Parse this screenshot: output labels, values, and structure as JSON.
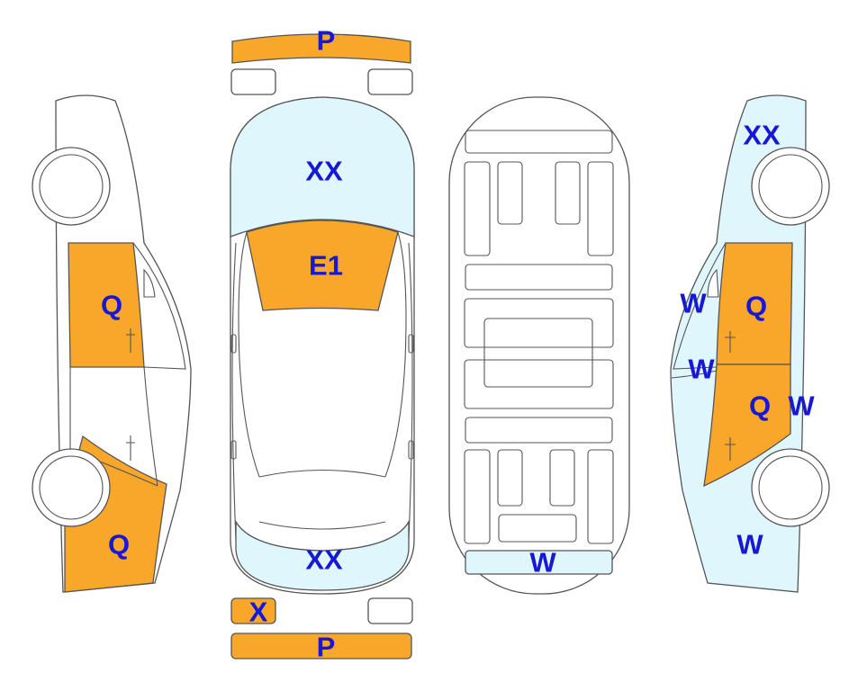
{
  "colors": {
    "marked_orange": "#f9a72b",
    "marked_light_blue": "#e0f6fd",
    "label_blue": "#1717d6",
    "outline": "#555555"
  },
  "labels": {
    "front_bumper": "P",
    "hood": "XX",
    "windshield": "E1",
    "rear_window": "XX",
    "rear_left_light": "X",
    "rear_bumper": "P",
    "underbody_rear": "W",
    "left_front_door": "Q",
    "left_rear_quarter": "Q",
    "right_front_fender": "XX",
    "right_a_pillar": "W",
    "right_front_door": "Q",
    "right_side_mirror": "W",
    "right_rear_door": "Q",
    "right_b_pillar": "W",
    "right_rear_quarter": "W"
  }
}
